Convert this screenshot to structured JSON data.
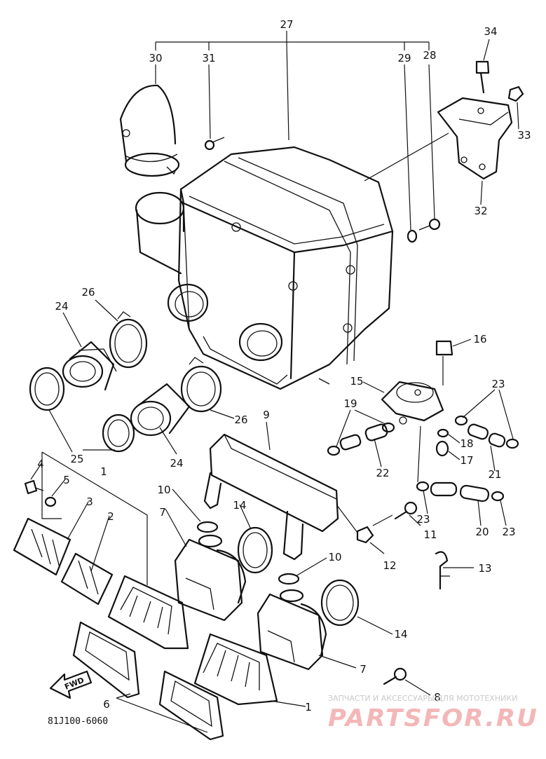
{
  "diagram": {
    "callouts": [
      {
        "id": "27",
        "text": "27"
      },
      {
        "id": "30",
        "text": "30"
      },
      {
        "id": "31",
        "text": "31"
      },
      {
        "id": "29",
        "text": "29"
      },
      {
        "id": "28",
        "text": "28"
      },
      {
        "id": "34",
        "text": "34"
      },
      {
        "id": "33",
        "text": "33"
      },
      {
        "id": "32",
        "text": "32"
      },
      {
        "id": "26a",
        "text": "26"
      },
      {
        "id": "24a",
        "text": "24"
      },
      {
        "id": "26b",
        "text": "26"
      },
      {
        "id": "24b",
        "text": "24"
      },
      {
        "id": "25",
        "text": "25"
      },
      {
        "id": "16",
        "text": "16"
      },
      {
        "id": "15",
        "text": "15"
      },
      {
        "id": "19",
        "text": "19"
      },
      {
        "id": "23a",
        "text": "23"
      },
      {
        "id": "18",
        "text": "18"
      },
      {
        "id": "17",
        "text": "17"
      },
      {
        "id": "21",
        "text": "21"
      },
      {
        "id": "22",
        "text": "22"
      },
      {
        "id": "9",
        "text": "9"
      },
      {
        "id": "4",
        "text": "4"
      },
      {
        "id": "5",
        "text": "5"
      },
      {
        "id": "1a",
        "text": "1"
      },
      {
        "id": "3",
        "text": "3"
      },
      {
        "id": "2",
        "text": "2"
      },
      {
        "id": "10a",
        "text": "10"
      },
      {
        "id": "7a",
        "text": "7"
      },
      {
        "id": "14a",
        "text": "14"
      },
      {
        "id": "11",
        "text": "11"
      },
      {
        "id": "23b",
        "text": "23"
      },
      {
        "id": "20",
        "text": "20"
      },
      {
        "id": "23c",
        "text": "23"
      },
      {
        "id": "12",
        "text": "12"
      },
      {
        "id": "10b",
        "text": "10"
      },
      {
        "id": "13",
        "text": "13"
      },
      {
        "id": "14b",
        "text": "14"
      },
      {
        "id": "7b",
        "text": "7"
      },
      {
        "id": "8",
        "text": "8"
      },
      {
        "id": "6",
        "text": "6"
      },
      {
        "id": "1b",
        "text": "1"
      }
    ],
    "drawing_code": "81J100-6060",
    "direction_arrow": "FWD",
    "watermark_caption": "ЗАПЧАСТИ И АКСЕССУАРЫ ДЛЯ МОТОТЕХНИКИ",
    "watermark_logo": "PARTSFOR.RU"
  },
  "colors": {
    "line": "#111111",
    "watermark_text": "#c9c9c9",
    "watermark_logo": "#f3b7b7"
  }
}
